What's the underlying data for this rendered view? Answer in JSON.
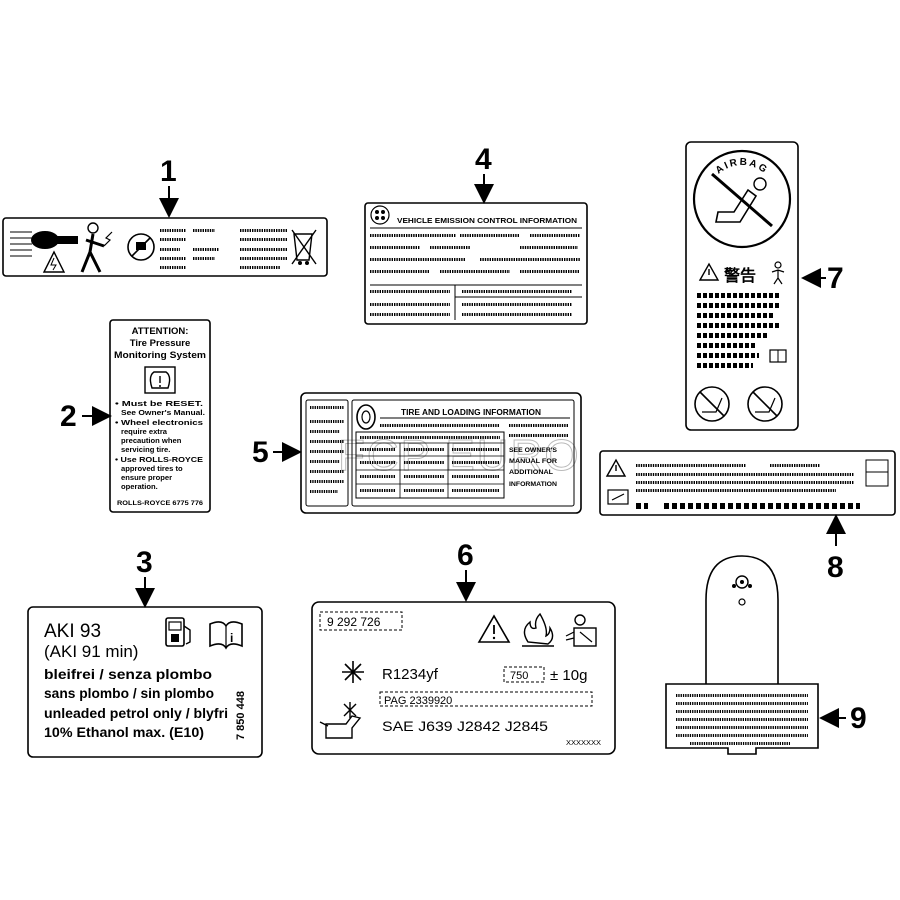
{
  "watermark": "FCP EURO",
  "callouts": [
    "1",
    "2",
    "3",
    "4",
    "5",
    "6",
    "7",
    "8",
    "9"
  ],
  "label2": {
    "lines": [
      "ATTENTION:",
      "Tire Pressure",
      "Monitoring System"
    ],
    "bullets": [
      "• Must be RESET.",
      "See Owner's Manual.",
      "• Wheel electronics",
      "require extra",
      "precaution when",
      "servicing tire.",
      "• Use ROLLS-ROYCE",
      "approved tires to",
      "ensure proper",
      "operation."
    ],
    "footer": "ROLLS-ROYCE 6775 776"
  },
  "label3": {
    "lines": [
      "AKI 93",
      "(AKI 91 min)",
      "bleifrei / senza plombo",
      "sans plombo / sin plombo",
      "unleaded petrol only / blyfri",
      "10% Ethanol max. (E10)"
    ],
    "side_number": "7 850 448"
  },
  "label4": {
    "title": "VEHICLE EMISSION CONTROL INFORMATION"
  },
  "label5": {
    "title": "TIRE AND LOADING INFORMATION",
    "note": [
      "SEE OWNER'S",
      "MANUAL FOR",
      "ADDITIONAL",
      "INFORMATION"
    ]
  },
  "label6": {
    "part_number": "9 292 726",
    "refrigerant": "R1234yf",
    "amount": "750",
    "tolerance": "± 10g",
    "oil": "PAG 2339920",
    "standards": "SAE J639 J2842 J2845",
    "footer": "XXXXXXX"
  },
  "label7": {
    "header": "AIRBAG",
    "warning": "警告"
  },
  "icons": [
    "laser-warning-icon",
    "person-shock-icon",
    "no-handling-icon",
    "crossed-bin-icon",
    "tpms-icon",
    "fuel-pump-icon",
    "manual-book-icon",
    "emission-logo-icon",
    "tire-icon",
    "warning-triangle-icon",
    "flame-icon",
    "service-person-icon",
    "snowflake-icon",
    "oil-can-icon",
    "no-rear-seat-icon",
    "child-icon",
    "airbag-mount-icon"
  ]
}
